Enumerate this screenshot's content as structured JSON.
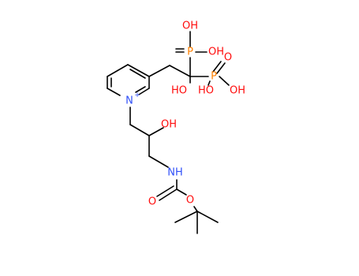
{
  "colors": {
    "bond": "#000000",
    "oxygen": "#ff0d0d",
    "nitrogen": "#3050f8",
    "phosphorus": "#ff8000",
    "background": "#ffffff"
  },
  "atom_labels": {
    "p_upper": "P",
    "p_lower": "P",
    "oh_p1_top": "OH",
    "oh_p1_right": "OH",
    "o_p2_double": "O",
    "oh_p2_left": "HO",
    "oh_p2_right": "OH",
    "oh_c_left": "HO",
    "n_ring": "N",
    "n_charge": "+",
    "oh_chain": "OH",
    "nh": "NH",
    "o_carbonyl": "O",
    "o_ester": "O"
  }
}
